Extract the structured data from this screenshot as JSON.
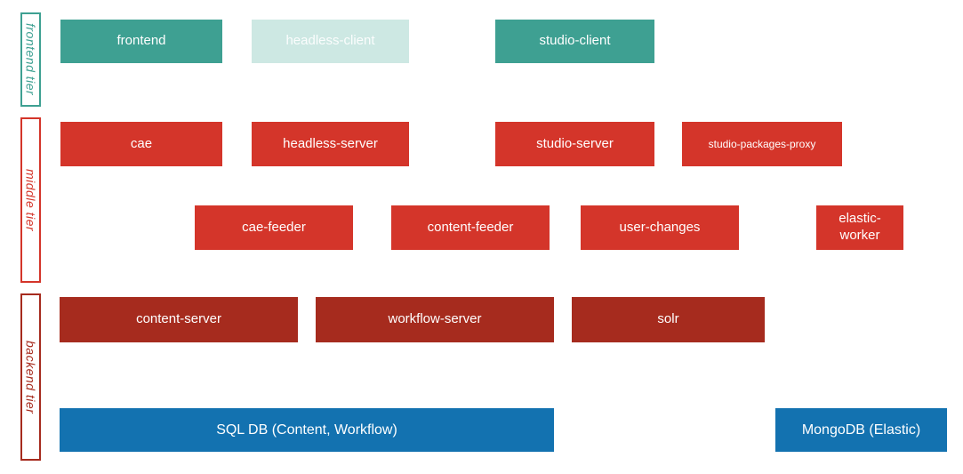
{
  "colors": {
    "teal": "#3EA092",
    "teal_muted": "#CDE8E3",
    "teal_muted_text": "#FBFDFD",
    "red": "#D4352A",
    "dark_red": "#A62B1E",
    "blue": "#1372B0"
  },
  "tiers": [
    {
      "label": "frontend tier",
      "boxes": [
        {
          "label": "frontend"
        },
        {
          "label": "headless-client",
          "muted": true
        },
        {
          "label": "studio-client"
        }
      ]
    },
    {
      "label": "middle tier",
      "boxes": [
        {
          "label": "cae"
        },
        {
          "label": "headless-server"
        },
        {
          "label": "studio-server"
        },
        {
          "label": "studio-packages-proxy"
        },
        {
          "label": "cae-feeder"
        },
        {
          "label": "content-feeder"
        },
        {
          "label": "user-changes"
        },
        {
          "label": "elastic-worker"
        }
      ]
    },
    {
      "label": "backend tier",
      "boxes": [
        {
          "label": "content-server"
        },
        {
          "label": "workflow-server"
        },
        {
          "label": "solr"
        }
      ]
    }
  ],
  "databases": [
    {
      "label": "SQL DB (Content, Workflow)"
    },
    {
      "label": "MongoDB (Elastic)"
    }
  ]
}
